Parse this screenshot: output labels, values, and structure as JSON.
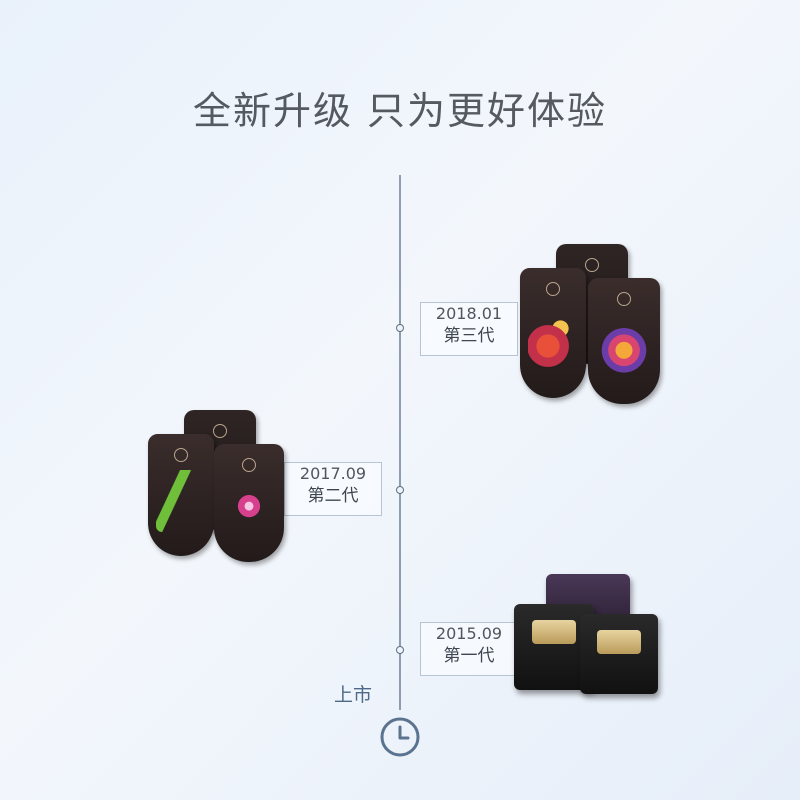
{
  "title": "全新升级 只为更好体验",
  "timeline": {
    "launch_label": "上市",
    "entries": [
      {
        "date": "2018.01",
        "generation": "第三代"
      },
      {
        "date": "2017.09",
        "generation": "第二代"
      },
      {
        "date": "2015.09",
        "generation": "第一代"
      }
    ]
  },
  "icons": {
    "clock": "clock-icon"
  },
  "colors": {
    "axis": "#6e7f94",
    "title": "#555a60",
    "launch": "#4e6a88"
  }
}
